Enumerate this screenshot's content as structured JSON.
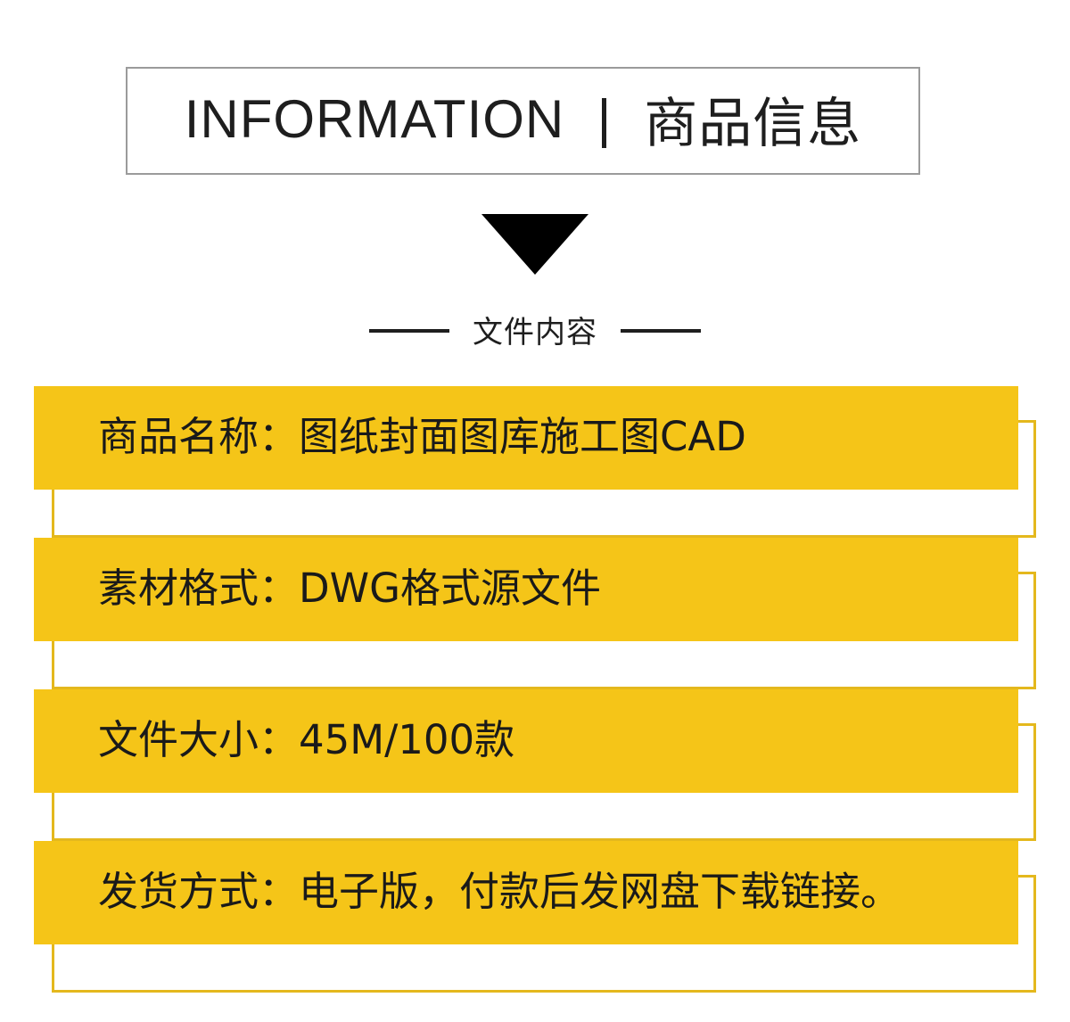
{
  "header": {
    "title_en": "INFORMATION",
    "separator": "|",
    "title_cn": "商品信息",
    "border_color": "#9b9b9b"
  },
  "divider": {
    "arrow_icon": "down-triangle-icon",
    "label": "文件内容",
    "line_color": "#1e1e1e"
  },
  "theme": {
    "accent_fill": "#f5c518",
    "accent_outline": "#e4b81d",
    "text_color": "#1a1a1a",
    "background": "#ffffff"
  },
  "info_rows": [
    {
      "label": "商品名称：",
      "value": "图纸封面图库施工图CAD",
      "text": "商品名称：图纸封面图库施工图CAD"
    },
    {
      "label": "素材格式：",
      "value": "DWG格式源文件",
      "text": "素材格式：DWG格式源文件"
    },
    {
      "label": "文件大小：",
      "value": "45M/100款",
      "text": "文件大小：45M/100款"
    },
    {
      "label": "发货方式：",
      "value": "电子版，付款后发网盘下载链接。",
      "text": "发货方式：电子版，付款后发网盘下载链接。"
    }
  ]
}
